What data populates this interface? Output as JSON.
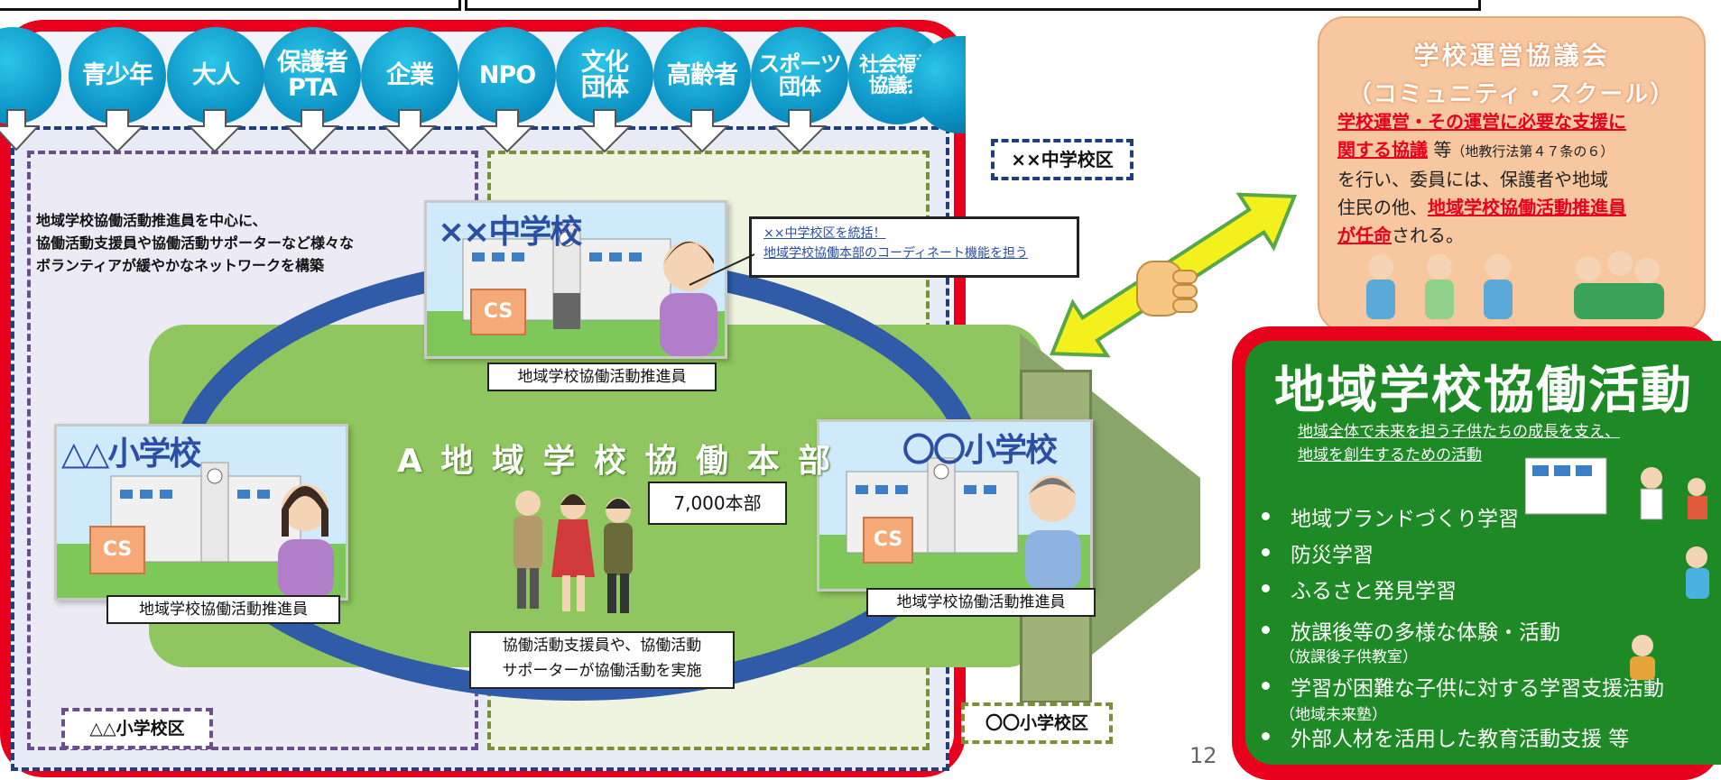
{
  "stakeholders": [
    {
      "label": ""
    },
    {
      "label": "青少年"
    },
    {
      "label": "大人"
    },
    {
      "label": "保護者\nPTA"
    },
    {
      "label": "企業"
    },
    {
      "label": "NPO"
    },
    {
      "label": "文化\n団体"
    },
    {
      "label": "高齢者"
    },
    {
      "label": "スポーツ\n団体"
    },
    {
      "label": "社会福祉\n協議会"
    },
    {
      "label": ""
    }
  ],
  "district_label": "××中学校区",
  "network_text": "地域学校協働活動推進員を中心に、\n協働活動支援員や協働活動サポーターなど様々な\nボランティアが緩やかなネットワークを構築",
  "schools": {
    "middle": {
      "name": "××中学校",
      "caption": "地域学校協働活動推進員",
      "badge": "CS"
    },
    "elem_left": {
      "name": "△△小学校",
      "caption": "地域学校協働活動推進員",
      "badge": "CS"
    },
    "elem_right": {
      "name": "〇〇小学校",
      "caption": "地域学校協働活動推進員",
      "badge": "CS"
    }
  },
  "callout": "××中学校区を統括！\n地域学校協働本部のコーディネート機能を担う",
  "hq_title": "A 地 域 学 校 協 働 本 部",
  "hq_count": "7,000本部",
  "support_text": "協働活動支援員や、協働活動\nサポーターが協働活動を実施",
  "area_left": "△△小学校区",
  "area_right": "〇〇小学校区",
  "council": {
    "title": "学校運営協議会",
    "subtitle": "（コミュニティ・スクール）",
    "line1_red": "学校運営・その運営に必要な支援に",
    "line2_red": "関する協議",
    "line2_rest": "等",
    "line2_note": "（地教行法第４７条の６）",
    "line3": "を行い、委員には、保護者や地域",
    "line4_a": "住民の他、",
    "line4_red": "地域学校協働活動推進員",
    "line5_red": "が任命",
    "line5_rest": "される。"
  },
  "activity": {
    "title": "地域学校協働活動",
    "desc1": "地域全体で未来を担う子供たちの成長を支え、",
    "desc2": "地域を創生するための活動",
    "items": [
      "地域ブランドづくり学習",
      "防災学習",
      "ふるさと発見学習",
      "放課後等の多様な体験・活動",
      "学習が困難な子供に対する学習支援活動",
      "外部人材を活用した教育活動支援 等"
    ],
    "sub1": "（放課後子供教室）",
    "sub2": "（地域未来塾）"
  },
  "page_number": "12",
  "colors": {
    "red": "#e8001c",
    "green": "#1e8a25",
    "blue": "#2c4ea3",
    "peach": "#f7c7a0"
  }
}
